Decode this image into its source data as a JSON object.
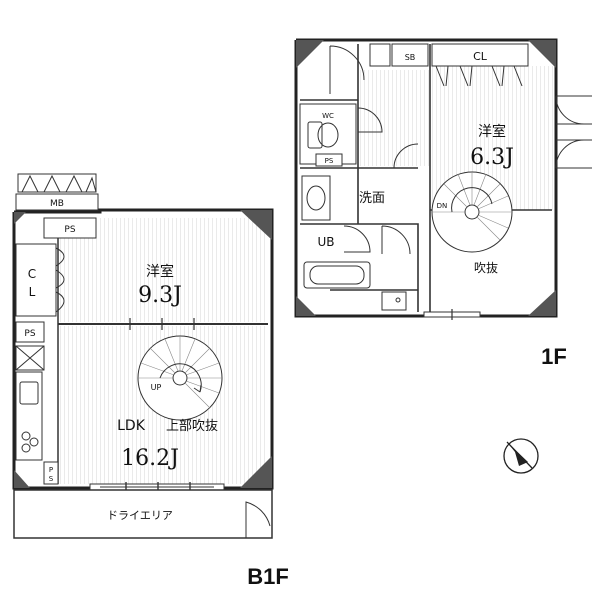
{
  "b1f": {
    "floor_label": "B1F",
    "rooms": {
      "western_room": {
        "name": "洋室",
        "size": "9.3J"
      },
      "ldk": {
        "name": "LDK",
        "note": "上部吹抜",
        "size": "16.2J"
      },
      "closet": {
        "line1": "C",
        "line2": "L"
      },
      "ps_top": "PS",
      "ps_mid": "PS",
      "ps_bottom_1": "P",
      "ps_bottom_2": "S",
      "mb": "MB",
      "stair_up": "UP",
      "dry_area": "ドライエリア"
    }
  },
  "f1": {
    "floor_label": "1F",
    "rooms": {
      "western_room": {
        "name": "洋室",
        "size": "6.3J"
      },
      "washroom": "洗面",
      "unit_bath": "UB",
      "void": "吹抜",
      "toilet": "WC",
      "shoe_box": "SB",
      "closet": "CL",
      "ps": "PS",
      "stair_down": "DN"
    }
  },
  "compass": {
    "icon": "north-arrow-icon"
  },
  "colors": {
    "wall": "#222222",
    "dark_wall": "#555555",
    "floor_line": "#bbbbbb"
  }
}
